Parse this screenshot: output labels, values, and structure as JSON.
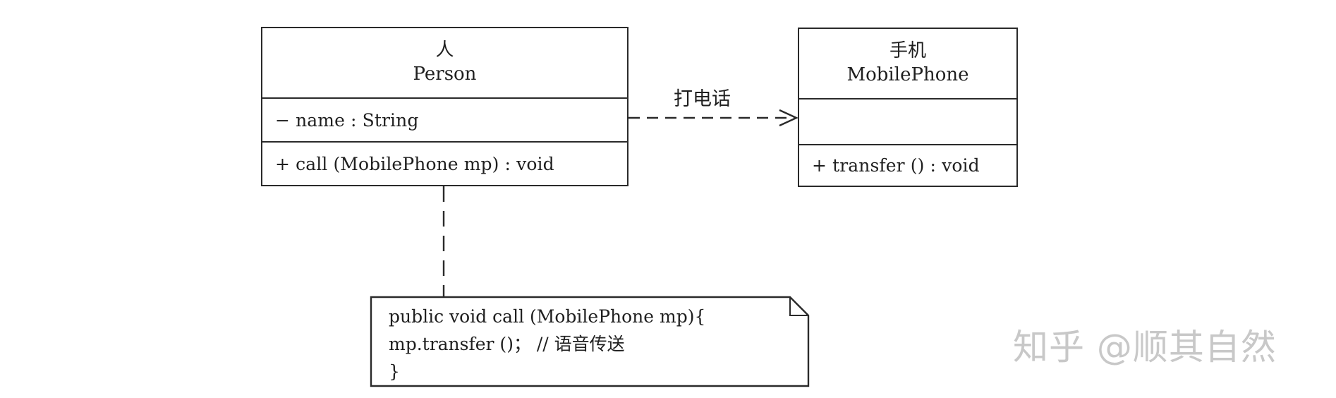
{
  "classes": {
    "person": {
      "name_cn": "人",
      "name_en": "Person",
      "attribute": "− name : String",
      "operation": "+ call (MobilePhone mp) : void"
    },
    "mobile_phone": {
      "name_cn": "手机",
      "name_en": "MobilePhone",
      "attribute": "",
      "operation": "+ transfer () : void"
    }
  },
  "relationship": {
    "type": "dependency",
    "label": "打电话"
  },
  "note": {
    "lines": [
      "public void call (MobilePhone mp){",
      "mp.transfer ()； // 语音传送",
      "}"
    ]
  },
  "watermark": "知乎 @顺其自然"
}
